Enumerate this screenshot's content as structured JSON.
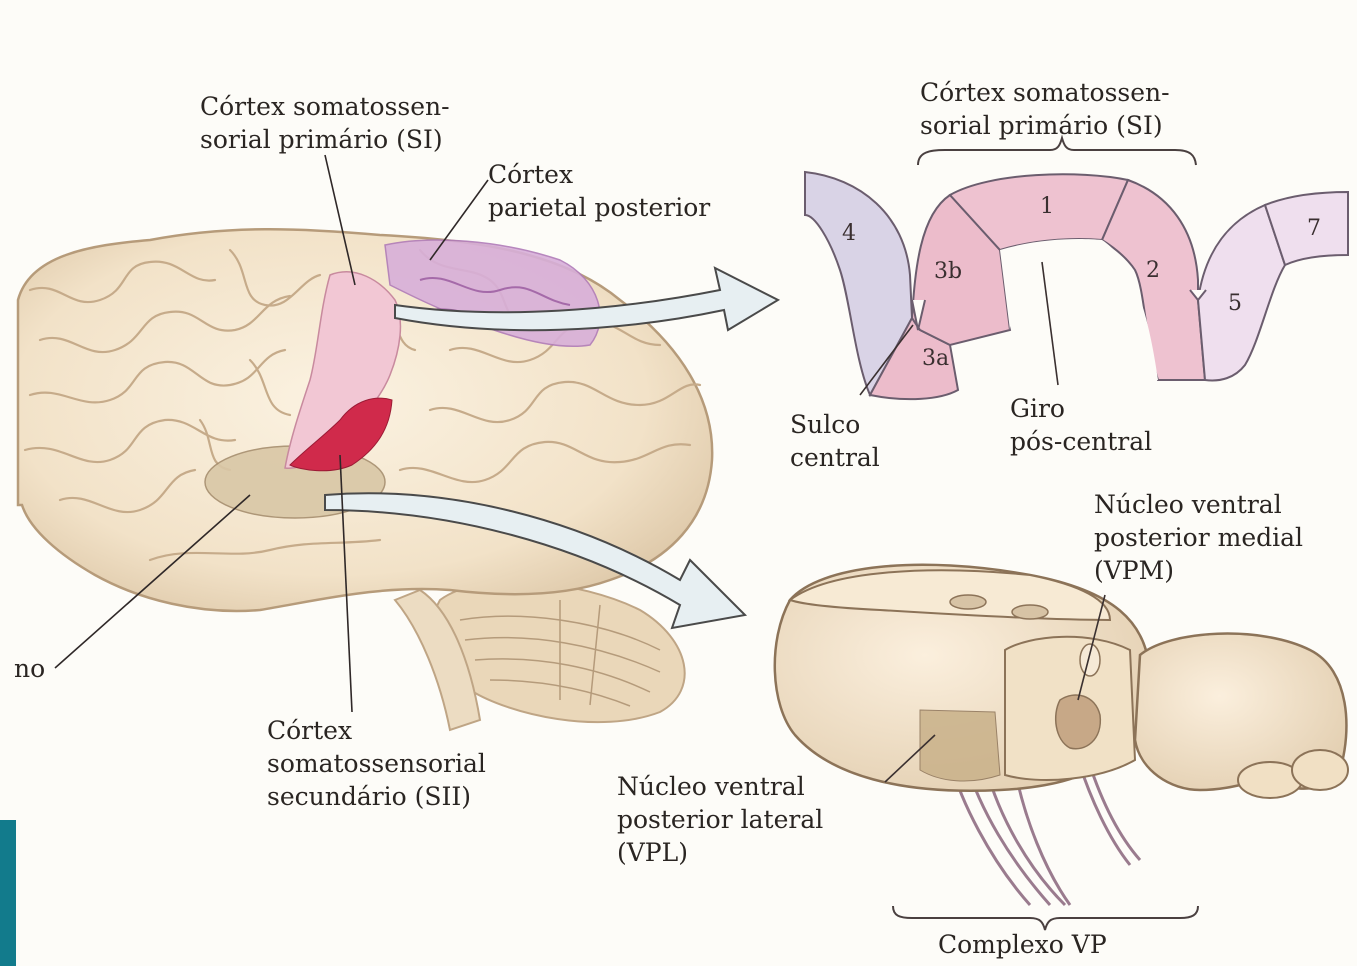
{
  "labels": {
    "si_left": [
      "Córtex somatossen-",
      "sorial primário (SI)"
    ],
    "ppc": [
      "Córtex",
      "parietal posterior"
    ],
    "si_right": [
      "Córtex somatossen-",
      "sorial primário (SI)"
    ],
    "sulco": [
      "Sulco",
      "central"
    ],
    "giro": [
      "Giro",
      "pós-central"
    ],
    "vpm": [
      "Núcleo ventral",
      "posterior medial",
      "(VPM)"
    ],
    "vpl": [
      "Núcleo ventral",
      "posterior lateral",
      "(VPL)"
    ],
    "sii": [
      "Córtex",
      "somatossensorial",
      "secundário (SII)"
    ],
    "truncated": "no",
    "complexo": "Complexo VP"
  },
  "areas": {
    "a4": "4",
    "a3b": "3b",
    "a3a": "3a",
    "a1": "1",
    "a2": "2",
    "a5": "5",
    "a7": "7"
  },
  "colors": {
    "area4": "#d9d3e6",
    "area3": "#ecbccb",
    "area1_2": "#eec2d0",
    "area5_7": "#efdfee",
    "brain": "#f3e5cf",
    "si_pink": "#f2c7d4",
    "si_red": "#d02a4b",
    "ppc_violet": "#c997d3",
    "arrow_fill": "#e7eff2"
  }
}
